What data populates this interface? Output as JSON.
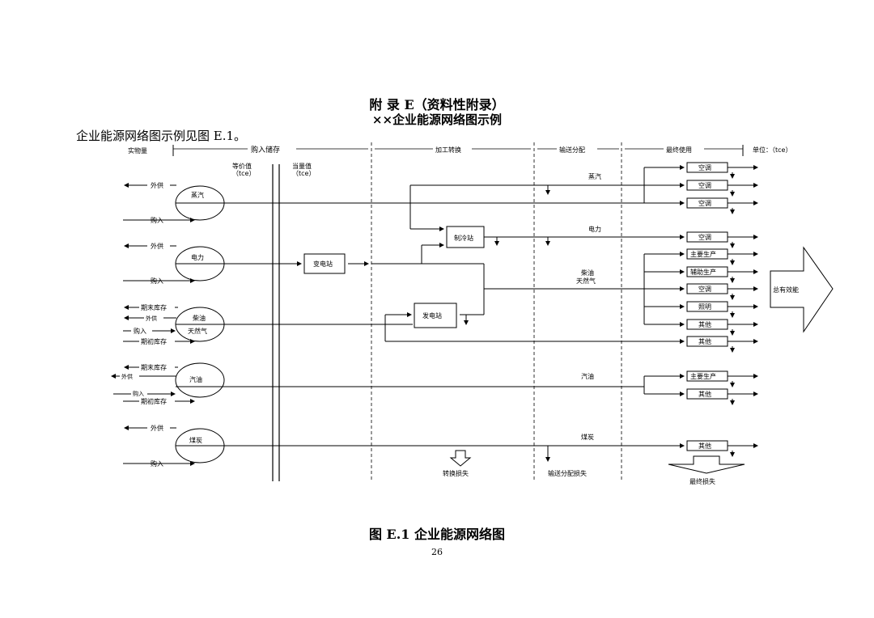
{
  "header": {
    "appendix_title": "附 录 E（资料性附录）",
    "appendix_subtitle": "××企业能源网络图示例"
  },
  "intro_text": "企业能源网络图示例见图 E.1。",
  "caption": "图 E.1 企业能源网络图",
  "page_number": "26",
  "diagram": {
    "top_bar": {
      "physical_qty": "实物量",
      "sections": [
        "购入储存",
        "加工转换",
        "输送分配",
        "最终使用"
      ],
      "unit": "单位：（tce）"
    },
    "columns": {
      "equiv_value": "等价值",
      "equal_value": "当量值",
      "tce": "（tce）"
    },
    "flow_labels": {
      "external_supply": "外供",
      "purchase": "购入",
      "end_stock": "期末库存",
      "begin_stock": "期初库存"
    },
    "sources": {
      "steam": "蒸汽",
      "power": "电力",
      "diesel": "柴油",
      "natural_gas": "天然气",
      "gasoline": "汽油",
      "coal": "煤炭"
    },
    "stations": {
      "substation": "变电站",
      "chiller": "制冷站",
      "generator": "发电站"
    },
    "lines": {
      "steam": "蒸汽",
      "power": "电力",
      "diesel": "柴油",
      "natural_gas": "天然气",
      "gasoline": "汽油",
      "coal": "煤炭"
    },
    "end_uses": [
      "空调",
      "空调",
      "空调",
      "空调",
      "主要生产",
      "辅助生产",
      "空调",
      "照明",
      "其他",
      "其他",
      "主要生产",
      "其他",
      "其他"
    ],
    "total": "总有效能",
    "losses": {
      "conversion": "转换损失",
      "distribution": "输送分配损失",
      "final": "最终损失"
    }
  }
}
